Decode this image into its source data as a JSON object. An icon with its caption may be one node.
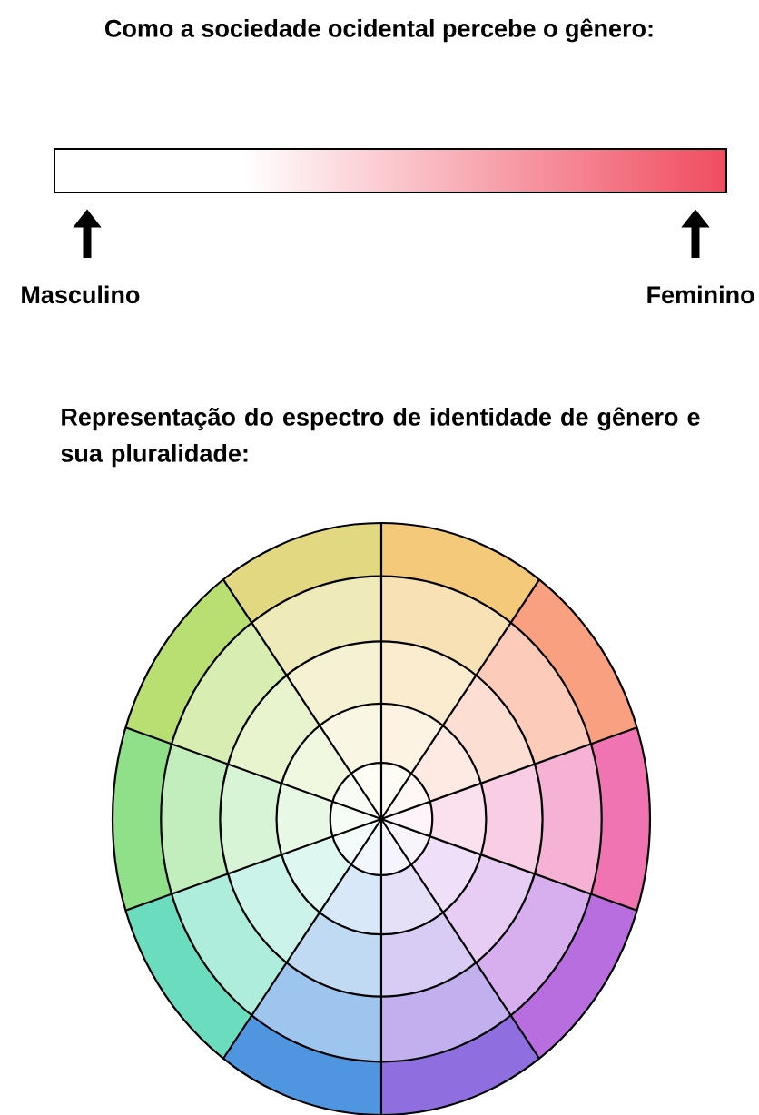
{
  "diagram": {
    "title": "Como a sociedade ocidental percebe o gênero:",
    "nodes": [
      {
        "text": [],
        "shape": "bar"
      },
      {
        "text": [
          "Masculino"
        ]
      },
      {
        "text": [
          "Feminino"
        ]
      }
    ],
    "edges": [
      {
        "from": 1,
        "to": 0,
        "arrow": "to"
      },
      {
        "from": 2,
        "to": 0,
        "arrow": "to"
      }
    ],
    "labels": [
      "Representação do espectro de identidade de gênero e sua pluralidade:"
    ]
  }
}
